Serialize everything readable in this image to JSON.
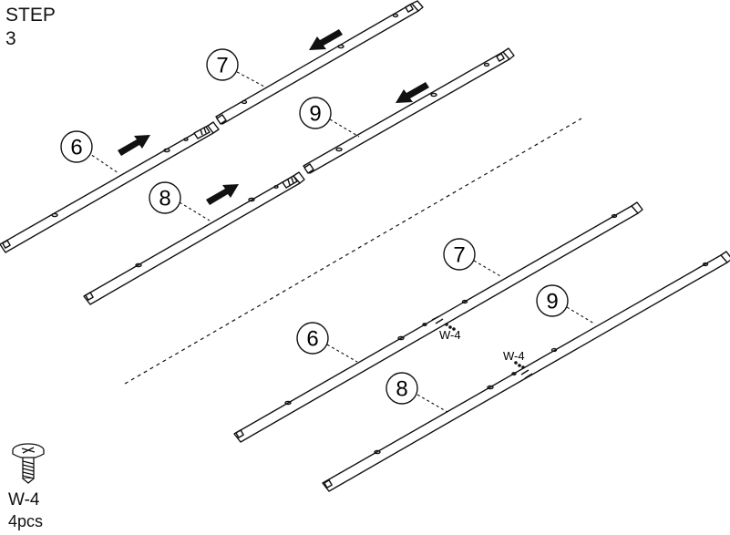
{
  "step": {
    "label": "STEP",
    "number": "3"
  },
  "parts": {
    "p6": "6",
    "p7": "7",
    "p8": "8",
    "p9": "9"
  },
  "hardware": {
    "code": "W-4",
    "quantity": "4pcs",
    "icon": "screw-icon"
  },
  "callouts": {
    "left_joint": "W-4",
    "right_joint": "W-4"
  },
  "icons": {
    "arrow": "arrow-icon",
    "screw": "screw-icon",
    "divider": "dashed-divider"
  },
  "colors": {
    "line": "#111111",
    "background": "#ffffff"
  }
}
